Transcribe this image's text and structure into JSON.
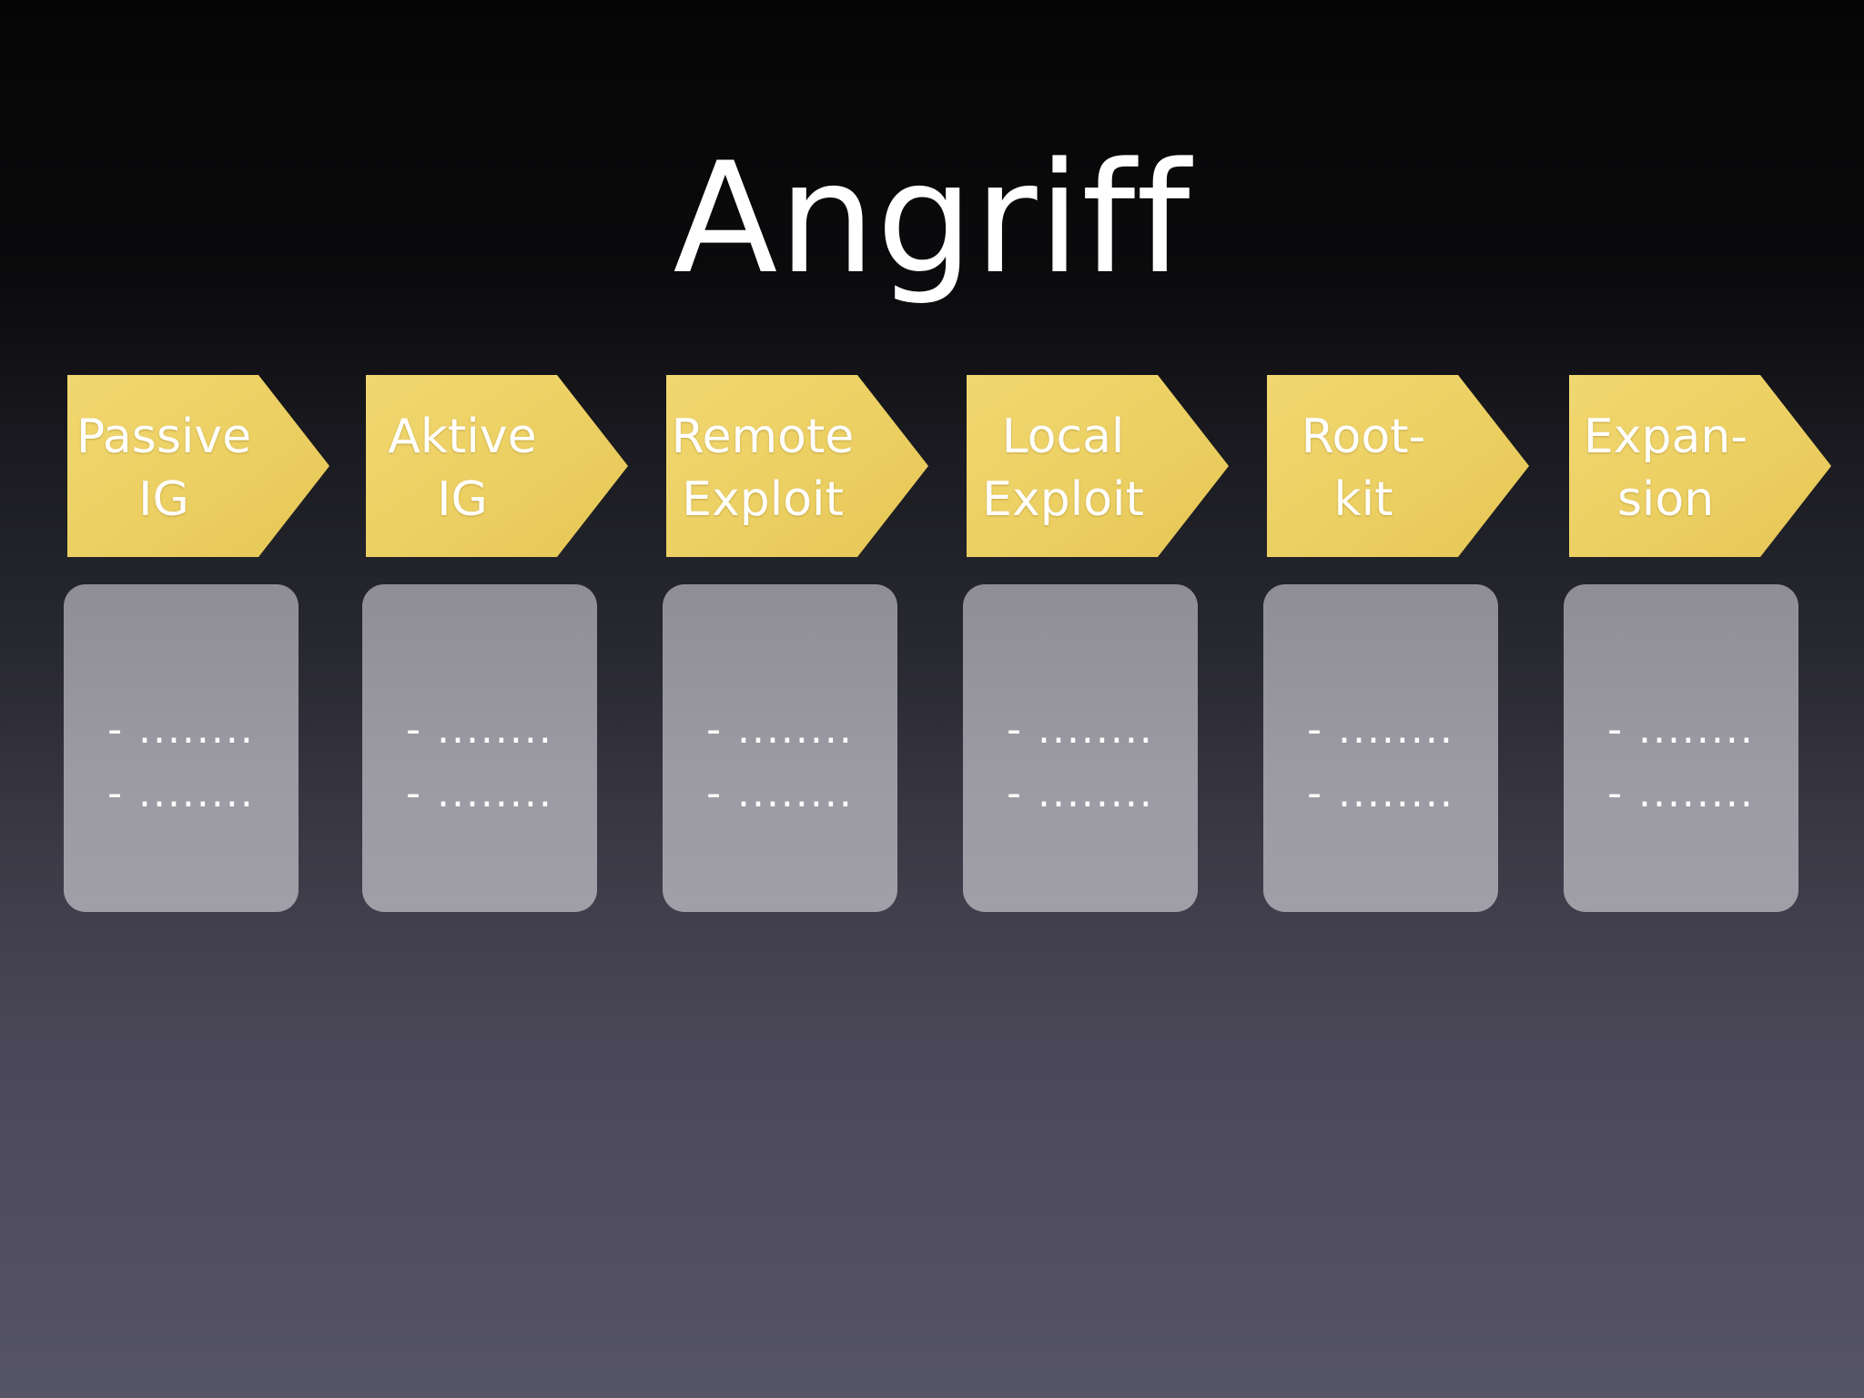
{
  "slide": {
    "title": "Angriff"
  },
  "colors": {
    "arrow_fill": "#efd36a",
    "arrow_edge": "#e2bf4e",
    "card_fill": "#9b9aa1",
    "text": "#ffffff",
    "background_top": "#050505",
    "background_bottom": "#555366"
  },
  "steps": [
    {
      "label_line1": "Passive",
      "label_line2": "IG",
      "details": [
        "- ........",
        "- ........"
      ]
    },
    {
      "label_line1": "Aktive",
      "label_line2": "IG",
      "details": [
        "- ........",
        "- ........"
      ]
    },
    {
      "label_line1": "Remote",
      "label_line2": "Exploit",
      "details": [
        "- ........",
        "- ........"
      ]
    },
    {
      "label_line1": "Local",
      "label_line2": "Exploit",
      "details": [
        "- ........",
        "- ........"
      ]
    },
    {
      "label_line1": "Root-",
      "label_line2": "kit",
      "details": [
        "- ........",
        "- ........"
      ]
    },
    {
      "label_line1": "Expan-",
      "label_line2": "sion",
      "details": [
        "- ........",
        "- ........"
      ]
    }
  ]
}
